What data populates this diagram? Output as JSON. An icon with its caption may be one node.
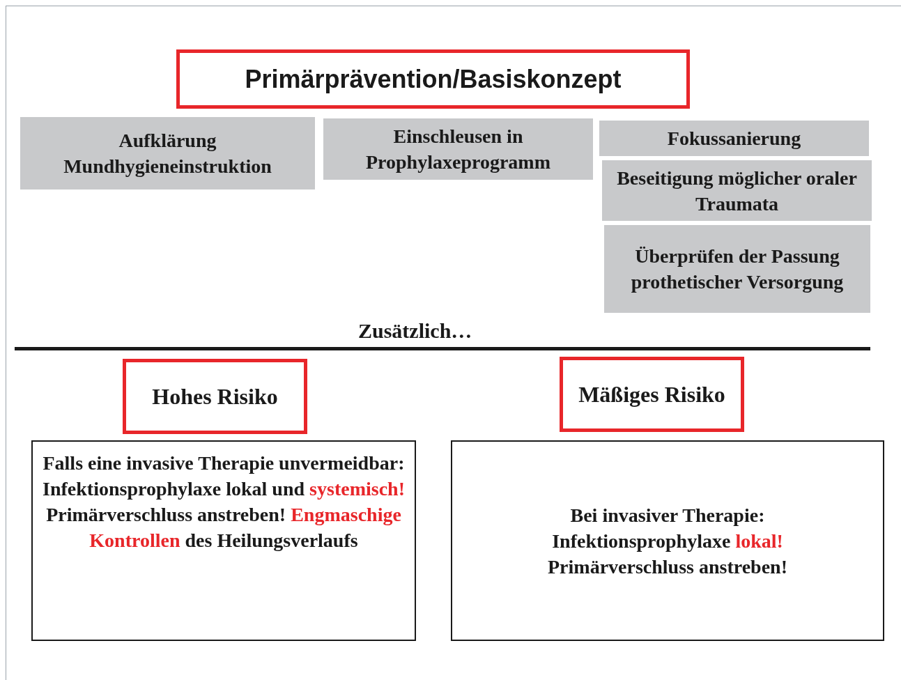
{
  "diagram": {
    "nodes": [
      {
        "text": [
          "Primärprävention/Basiskonzept"
        ]
      },
      {
        "text": [
          "Aufklärung Mundhygieneinstruktion"
        ]
      },
      {
        "text": [
          "Einschleusen in Prophylaxeprogramm"
        ]
      },
      {
        "text": [
          "Fokussanierung"
        ]
      },
      {
        "text": [
          "Beseitigung möglicher oraler Traumata"
        ]
      },
      {
        "text": [
          "Überprüfen der Passung prothetischer Versorgung"
        ]
      },
      {
        "text": [
          "Hohes Risiko"
        ]
      },
      {
        "text": [
          "Falls eine invasive Therapie unvermeidbar: Infektionsprophylaxe lokal und",
          "systemisch!",
          "Primärverschluss anstreben!",
          "Engmaschige Kontrollen",
          "des Heilungsverlaufs"
        ]
      },
      {
        "text": [
          "Mäßiges Risiko"
        ]
      },
      {
        "text": [
          "Bei invasiver Therapie: Infektionsprophylaxe",
          "lokal!",
          "Primärverschluss anstreben!"
        ]
      }
    ],
    "labels": [
      "Zusätzlich…"
    ]
  }
}
